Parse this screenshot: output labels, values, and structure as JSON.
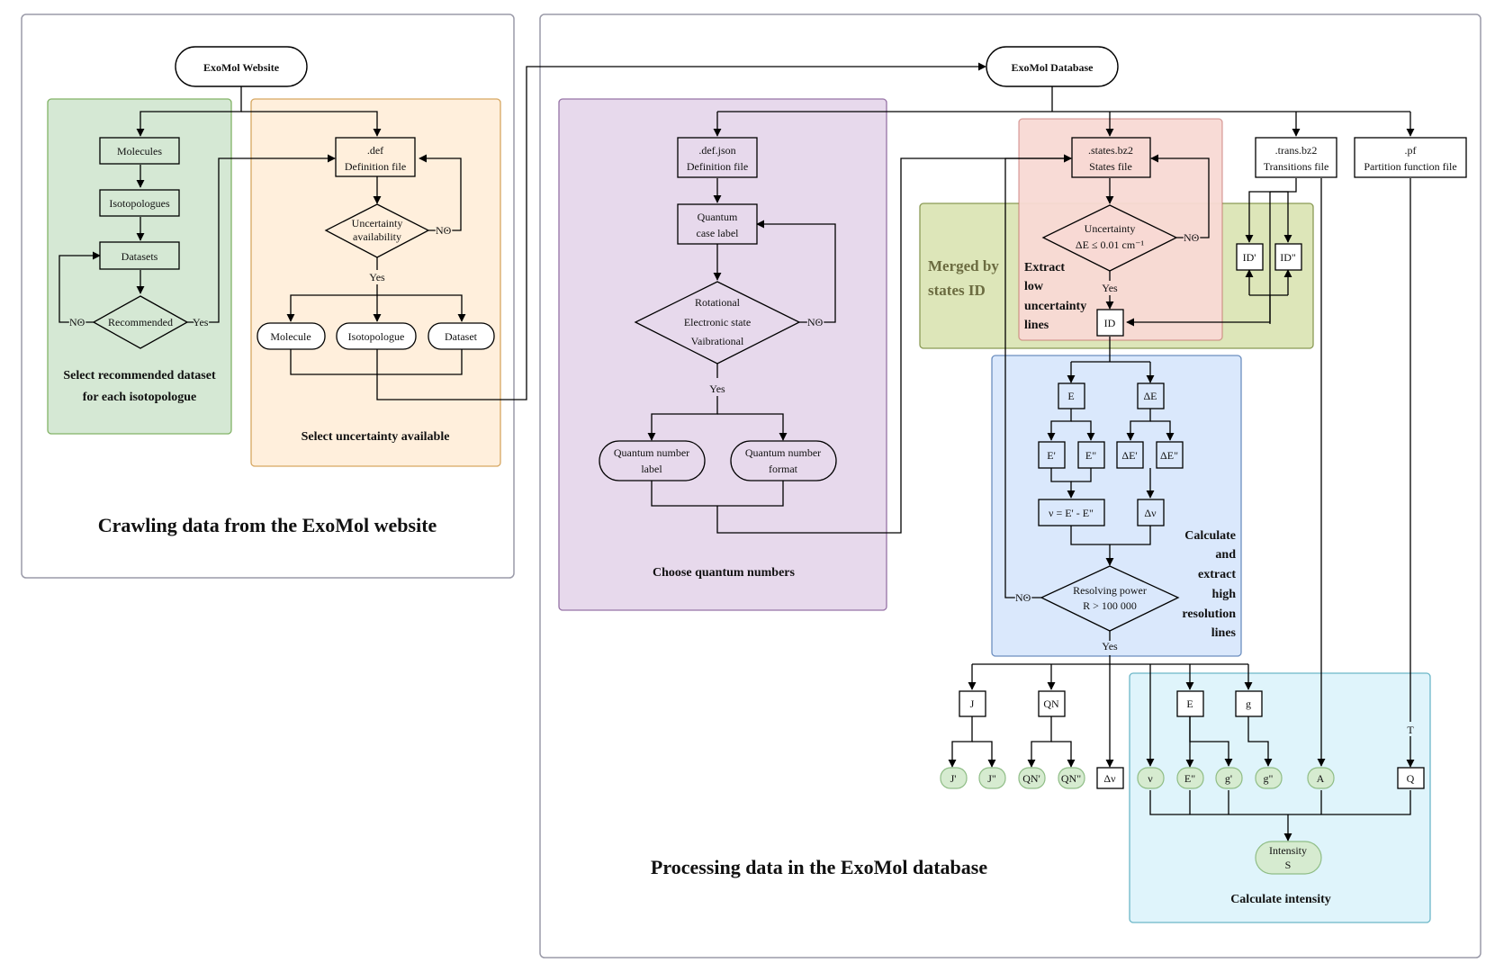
{
  "panels": {
    "left_title": "Crawling data from the ExoMol website",
    "right_title": "Processing data in the ExoMol database"
  },
  "groups": {
    "select_recommended": [
      "Select recommended dataset",
      "for each isotopologue"
    ],
    "select_uncertainty": "Select uncertainty available",
    "choose_qn": "Choose quantum numbers",
    "merged_by_states": [
      "Merged by",
      "states ID"
    ],
    "extract_low": [
      "Extract",
      "low",
      "uncertainty",
      "lines"
    ],
    "calc_high": [
      "Calculate",
      "and",
      "extract",
      "high",
      "resolution",
      "lines"
    ],
    "calc_intensity": "Calculate intensity"
  },
  "nodes": {
    "exomol_website": "ExoMol Website",
    "molecules": "Molecules",
    "isotopologues": "Isotopologues",
    "datasets": "Datasets",
    "recommended": "Recommended",
    "def_file": [
      ".def",
      "Definition file"
    ],
    "uncertainty_avail": [
      "Uncertainty",
      "availability"
    ],
    "molecule": "Molecule",
    "isotopologue": "Isotopologue",
    "dataset": "Dataset",
    "exomol_database": "ExoMol Database",
    "def_json": [
      ".def.json",
      "Definition file"
    ],
    "qn_case": [
      "Quantum",
      "case label"
    ],
    "qn_types": [
      "Rotational",
      "Electronic state",
      "Vaibrational"
    ],
    "qn_label": [
      "Quantum number",
      "label"
    ],
    "qn_format": [
      "Quantum number",
      "format"
    ],
    "states_file": [
      ".states.bz2",
      "States file"
    ],
    "uncertainty_de": [
      "Uncertainty",
      "ΔE ≤ 0.01 cm⁻¹"
    ],
    "trans_file": [
      ".trans.bz2",
      "Transitions file"
    ],
    "pf_file": [
      ".pf",
      "Partition function file"
    ],
    "id": "ID",
    "id_upper": "ID'",
    "id_lower": "ID\"",
    "e": "E",
    "de": "ΔE",
    "e_upper": "E'",
    "e_lower": "E\"",
    "de_upper": "ΔE'",
    "de_lower": "ΔE\"",
    "nu_formula": "ν = E' - E\"",
    "dnu": "Δν",
    "resolving": [
      "Resolving power",
      "R > 100 000"
    ],
    "j": "J",
    "qn": "QN",
    "j_upper": "J'",
    "j_lower": "J\"",
    "qn_upper": "QN'",
    "qn_lower": "QN\"",
    "dnu_out": "Δν",
    "nu": "ν",
    "e_bottom": "E",
    "e_lower_out": "E\"",
    "g": "g",
    "g_upper": "g'",
    "g_lower": "g\"",
    "a": "A",
    "t": "T",
    "q": "Q",
    "intensity": [
      "Intensity",
      "S"
    ]
  },
  "edge_labels": {
    "yes": "Yes",
    "no": "NO"
  },
  "colors": {
    "green_group_fill": "#d5e8d4",
    "green_group_stroke": "#82b366",
    "orange_group_fill": "#ffefdc",
    "orange_group_stroke": "#d6a660",
    "purple_group_fill": "#e7d9ec",
    "purple_group_stroke": "#9673a6",
    "red_group_fill": "#f8d9d4",
    "red_group_stroke": "#b85450",
    "olive_group_fill": "#dde6b9",
    "olive_group_stroke": "#8a9a55",
    "blue_group_fill": "#dae8fc",
    "blue_group_stroke": "#6c8ebf",
    "cyan_group_fill": "#dff4fb",
    "cyan_group_stroke": "#6cb7c8",
    "panel_stroke": "#9a9aa8"
  }
}
